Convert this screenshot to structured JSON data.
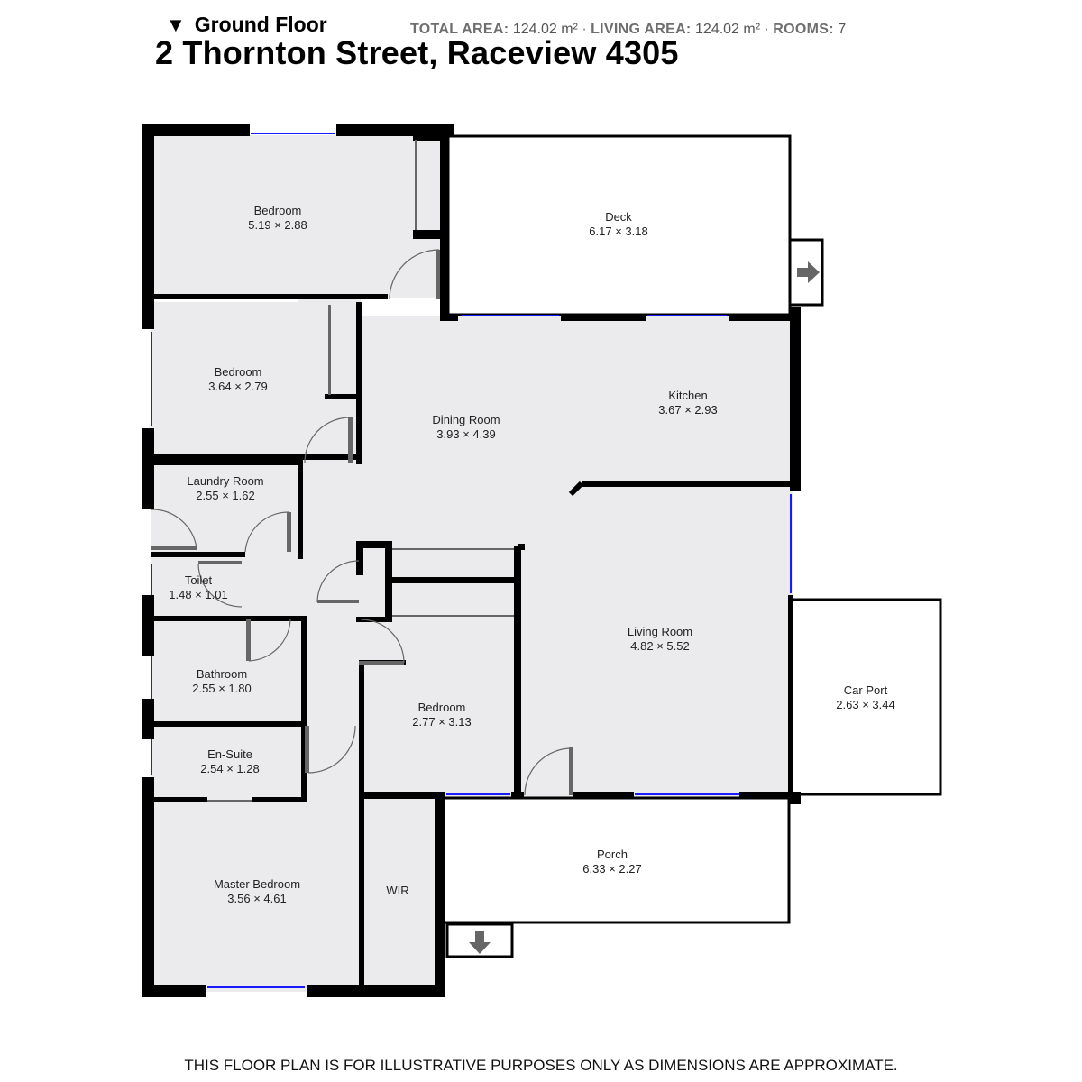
{
  "header": {
    "floor_label": "Ground Floor",
    "address": "2 Thornton Street, Raceview 4305",
    "stats": [
      {
        "label": "TOTAL AREA:",
        "value": "124.02 m²"
      },
      {
        "label": "LIVING AREA:",
        "value": "124.02 m²"
      },
      {
        "label": "ROOMS:",
        "value": "7"
      }
    ]
  },
  "rooms": {
    "bedroom_1": {
      "name": "Bedroom",
      "dims": "5.19 × 2.88"
    },
    "deck": {
      "name": "Deck",
      "dims": "6.17 × 3.18"
    },
    "bedroom_2": {
      "name": "Bedroom",
      "dims": "3.64 × 2.79"
    },
    "dining": {
      "name": "Dining Room",
      "dims": "3.93 × 4.39"
    },
    "kitchen": {
      "name": "Kitchen",
      "dims": "3.67 × 2.93"
    },
    "laundry": {
      "name": "Laundry Room",
      "dims": "2.55 × 1.62"
    },
    "toilet": {
      "name": "Toilet",
      "dims": "1.48 × 1.01"
    },
    "living": {
      "name": "Living Room",
      "dims": "4.82 × 5.52"
    },
    "bathroom": {
      "name": "Bathroom",
      "dims": "2.55 × 1.80"
    },
    "bedroom_3": {
      "name": "Bedroom",
      "dims": "2.77 × 3.13"
    },
    "carport": {
      "name": "Car Port",
      "dims": "2.63 × 3.44"
    },
    "ensuite": {
      "name": "En-Suite",
      "dims": "2.54 × 1.28"
    },
    "porch": {
      "name": "Porch",
      "dims": "6.33 × 2.27"
    },
    "master": {
      "name": "Master Bedroom",
      "dims": "3.56 × 4.61"
    },
    "wir": {
      "name": "WIR",
      "dims": ""
    }
  },
  "disclaimer": "THIS FLOOR PLAN IS FOR ILLUSTRATIVE PURPOSES ONLY AS DIMENSIONS ARE APPROXIMATE.",
  "colors": {
    "wall": "#000000",
    "floor": "#ebebee",
    "window": "#1a1aff",
    "door": "#666666"
  }
}
